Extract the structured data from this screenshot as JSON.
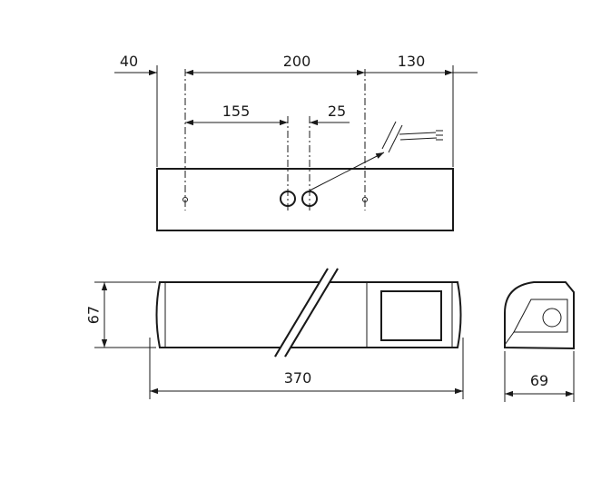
{
  "dimensions": {
    "left_offset": "40",
    "hole_spacing": "200",
    "right_offset": "130",
    "hole_to_entry": "155",
    "entry_spacing": "25",
    "total_length": "370",
    "height": "67",
    "width": "69"
  },
  "colors": {
    "line": "#1a1a1a",
    "background": "#ffffff"
  }
}
